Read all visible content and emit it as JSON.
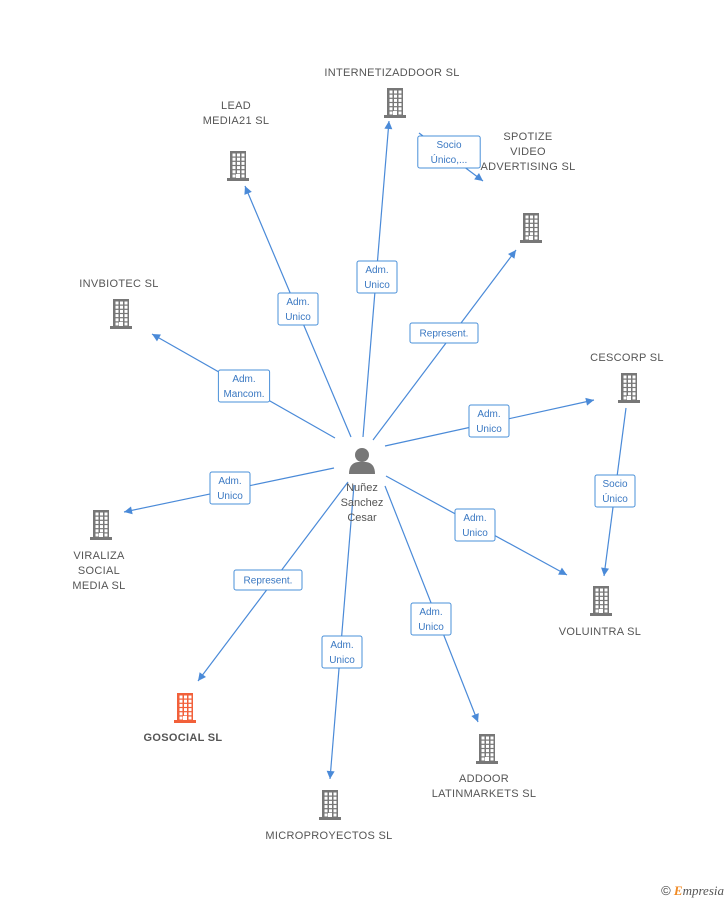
{
  "center": {
    "label_lines": [
      "Nuñez",
      "Sanchez",
      "Cesar"
    ]
  },
  "nodes": [
    {
      "id": "internetizaddoor",
      "label_lines": [
        "INTERNETIZADDOOR SL"
      ],
      "highlight": false
    },
    {
      "id": "lead-media21",
      "label_lines": [
        "LEAD",
        "MEDIA21 SL"
      ],
      "highlight": false
    },
    {
      "id": "spotize",
      "label_lines": [
        "SPOTIZE",
        "VIDEO",
        "ADVERTISING SL"
      ],
      "highlight": false
    },
    {
      "id": "invbiotec",
      "label_lines": [
        "INVBIOTEC SL"
      ],
      "highlight": false
    },
    {
      "id": "cescorp",
      "label_lines": [
        "CESCORP SL"
      ],
      "highlight": false
    },
    {
      "id": "viraliza",
      "label_lines": [
        "VIRALIZA",
        "SOCIAL",
        "MEDIA SL"
      ],
      "highlight": false
    },
    {
      "id": "voluintra",
      "label_lines": [
        "VOLUINTRA SL"
      ],
      "highlight": false
    },
    {
      "id": "gosocial",
      "label_lines": [
        "GOSOCIAL SL"
      ],
      "highlight": true
    },
    {
      "id": "addoor",
      "label_lines": [
        "ADDOOR",
        "LATINMARKETS SL"
      ],
      "highlight": false
    },
    {
      "id": "microproyectos",
      "label_lines": [
        "MICROPROYECTOS SL"
      ],
      "highlight": false
    }
  ],
  "edges": [
    {
      "from": "center",
      "to": "internetizaddoor",
      "label_lines": [
        "Adm.",
        "Unico"
      ]
    },
    {
      "from": "center",
      "to": "lead-media21",
      "label_lines": [
        "Adm.",
        "Unico"
      ]
    },
    {
      "from": "center",
      "to": "spotize",
      "label_lines": [
        "Represent."
      ]
    },
    {
      "from": "center",
      "to": "invbiotec",
      "label_lines": [
        "Adm.",
        "Mancom."
      ]
    },
    {
      "from": "center",
      "to": "cescorp",
      "label_lines": [
        "Adm.",
        "Unico"
      ]
    },
    {
      "from": "center",
      "to": "viraliza",
      "label_lines": [
        "Adm.",
        "Unico"
      ]
    },
    {
      "from": "center",
      "to": "voluintra",
      "label_lines": [
        "Adm.",
        "Unico"
      ]
    },
    {
      "from": "center",
      "to": "gosocial",
      "label_lines": [
        "Represent."
      ]
    },
    {
      "from": "center",
      "to": "addoor",
      "label_lines": [
        "Adm.",
        "Unico"
      ]
    },
    {
      "from": "center",
      "to": "microproyectos",
      "label_lines": [
        "Adm.",
        "Unico"
      ]
    },
    {
      "from": "internetizaddoor",
      "to": "spotize",
      "label_lines": [
        "Socio",
        "Único,..."
      ]
    },
    {
      "from": "cescorp",
      "to": "voluintra",
      "label_lines": [
        "Socio",
        "Único"
      ]
    }
  ],
  "brand": {
    "copyright": "©",
    "name_initial": "E",
    "name_rest": "mpresia"
  },
  "colors": {
    "edge": "#4a8ad8",
    "building": "#777777",
    "highlight": "#f2603a"
  }
}
